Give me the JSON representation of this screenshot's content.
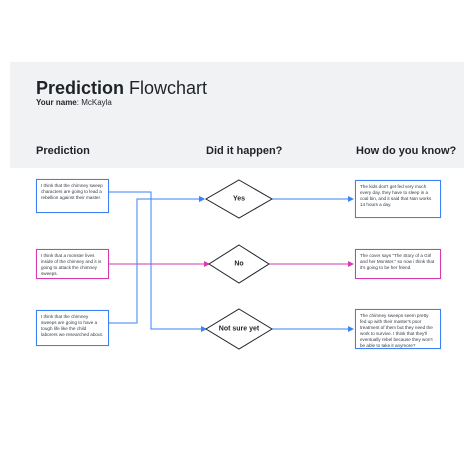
{
  "header": {
    "title_bold": "Prediction",
    "title_rest": " Flowchart",
    "name_label": "Your name",
    "name_value": ": McKayla"
  },
  "columns": {
    "prediction": "Prediction",
    "did_it_happen": "Did it happen?",
    "how_do_you_know": "How do you know?"
  },
  "predictions": [
    {
      "text": "I think that the chimney sweep characters are going to lead a rebellion against their master."
    },
    {
      "text": "I think that a monster lives inside of the chimney and it is going to attack the chimney sweeps."
    },
    {
      "text": "I think that the chimney sweeps are going to have a tough life like the child laborers we researched about."
    }
  ],
  "outcomes": [
    {
      "label": "Yes"
    },
    {
      "label": "No"
    },
    {
      "label": "Not sure yet"
    }
  ],
  "evidence": [
    {
      "text": "The kids don't get fed very much every day, they have to sleep in a coal bin, and it said that Nan works 14 hours a day."
    },
    {
      "text": "The cover says \"The Story of a Girl and her Monster.\" so now i think that it's going to be her friend."
    },
    {
      "text": "The chimney sweeps seem pretty fed up with their master's poor treatment of them but they need the work to survive. I think that they'll eventually rebel because they won't be able to take it anymore?"
    }
  ],
  "colors": {
    "blue": "#3b82f6",
    "magenta": "#d63ab0",
    "text": "#1f2329",
    "band": "#f1f2f3"
  }
}
